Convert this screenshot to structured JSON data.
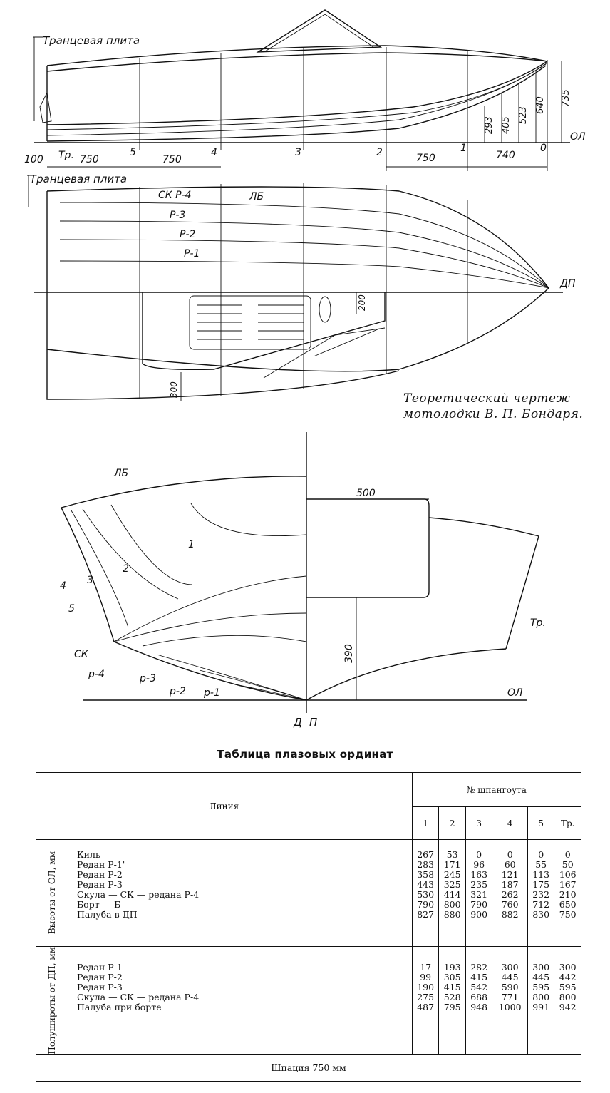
{
  "profile": {
    "transom_label": "Транцевая плита",
    "baseline_label": "ОЛ",
    "stations": [
      "Тр.",
      "5",
      "4",
      "3",
      "2",
      "1",
      "0"
    ],
    "dims_bottom": [
      "100",
      "750",
      "750",
      "750",
      "740"
    ],
    "heights": [
      "293",
      "405",
      "523",
      "640",
      "735"
    ]
  },
  "plan": {
    "transom_label": "Транцевая плита",
    "lines": [
      "СК Р-4",
      "ЛБ",
      "Р-3",
      "Р-2",
      "Р-1"
    ],
    "centerline_label": "ДП",
    "dim_200": "200",
    "dim_300": "300"
  },
  "caption": {
    "line1": "Теоретический чертеж",
    "line2": "мотолодки В. П. Бондаря."
  },
  "body_plan": {
    "labels": [
      "ЛБ",
      "1",
      "2",
      "3",
      "4",
      "5",
      "СК",
      "р-4",
      "р-3",
      "р-2",
      "р-1"
    ],
    "dim_500": "500",
    "dim_390": "390",
    "transom": "Тр.",
    "baseline": "ОЛ",
    "dp_d": "Д",
    "dp_p": "П"
  },
  "table": {
    "title": "Таблица плазовых ординат",
    "line_header": "Линия",
    "frame_header": "№ шпангоута",
    "frames": [
      "1",
      "2",
      "3",
      "4",
      "5",
      "Тр."
    ],
    "group1_label": "Высоты от ОЛ, мм",
    "group1_rows": [
      {
        "name": "Киль",
        "values": [
          "267",
          "53",
          "0",
          "0",
          "0",
          "0"
        ]
      },
      {
        "name": "Редан Р-1'",
        "values": [
          "283",
          "171",
          "96",
          "60",
          "55",
          "50"
        ]
      },
      {
        "name": "Редан Р-2",
        "values": [
          "358",
          "245",
          "163",
          "121",
          "113",
          "106"
        ]
      },
      {
        "name": "Редан Р-3",
        "values": [
          "443",
          "325",
          "235",
          "187",
          "175",
          "167"
        ]
      },
      {
        "name": "Скула — СК — редана Р-4",
        "values": [
          "530",
          "414",
          "321",
          "262",
          "232",
          "210"
        ]
      },
      {
        "name": "Борт — Б",
        "values": [
          "790",
          "800",
          "790",
          "760",
          "712",
          "650"
        ]
      },
      {
        "name": "Палуба в ДП",
        "values": [
          "827",
          "880",
          "900",
          "882",
          "830",
          "750"
        ]
      }
    ],
    "group2_label": "Полуширoты от ДП, мм",
    "group2_rows": [
      {
        "name": "Редан Р-1",
        "values": [
          "17",
          "193",
          "282",
          "300",
          "300",
          "300"
        ]
      },
      {
        "name": "Редан Р-2",
        "values": [
          "99",
          "305",
          "415",
          "445",
          "445",
          "442"
        ]
      },
      {
        "name": "Редан Р-3",
        "values": [
          "190",
          "415",
          "542",
          "590",
          "595",
          "595"
        ]
      },
      {
        "name": "Скула — СК — редана Р-4",
        "values": [
          "275",
          "528",
          "688",
          "771",
          "800",
          "800"
        ]
      },
      {
        "name": "Палуба при борте",
        "values": [
          "487",
          "795",
          "948",
          "1000",
          "991",
          "942"
        ]
      }
    ],
    "footer": "Шпация 750 мм"
  }
}
